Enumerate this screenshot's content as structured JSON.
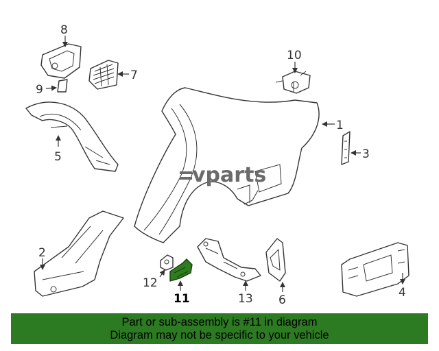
{
  "diagram": {
    "brand": "vparts",
    "callouts": {
      "c1": "1",
      "c2": "2",
      "c3": "3",
      "c4": "4",
      "c5": "5",
      "c6": "6",
      "c7": "7",
      "c8": "8",
      "c9": "9",
      "c10": "10",
      "c11": "11",
      "c12": "12",
      "c13": "13"
    },
    "highlight_part": "11",
    "colors": {
      "highlight": "#2e7d1f",
      "banner": "#2c7a22",
      "line": "#333333"
    }
  },
  "banner": {
    "line1": "Part or sub-assembly is #11 in diagram",
    "line2": "Diagram may not be specific to your vehicle"
  }
}
